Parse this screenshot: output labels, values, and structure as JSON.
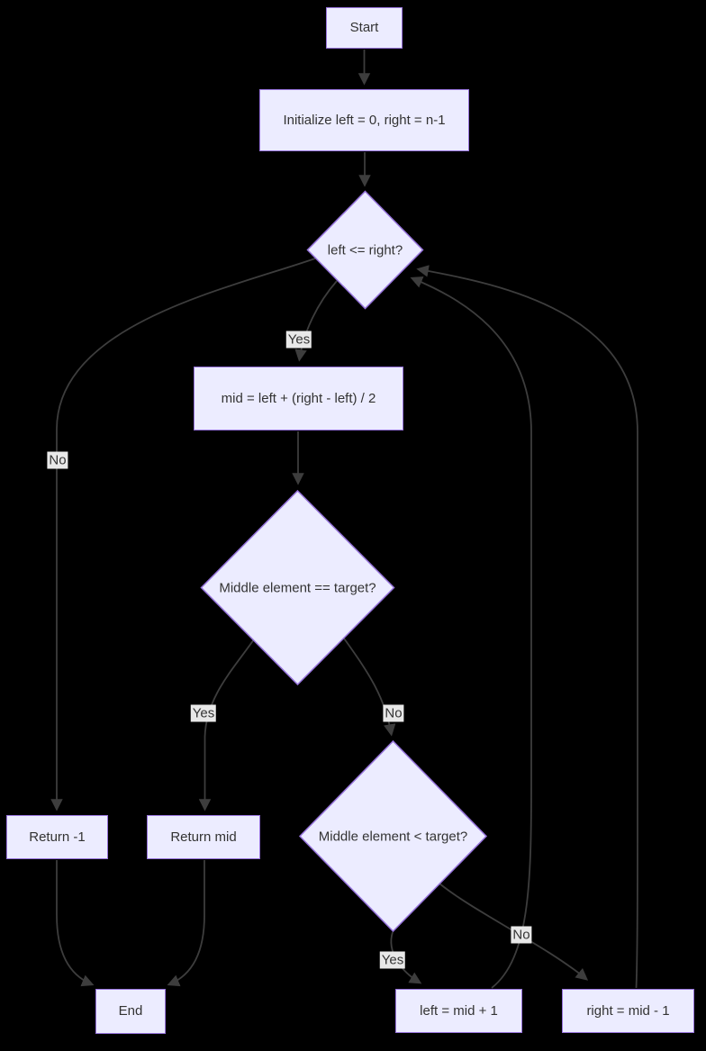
{
  "colors": {
    "background": "#000000",
    "node_fill": "#ECECFF",
    "node_border": "#9673DB",
    "edge_stroke": "#3d3d3d",
    "edge_label_bg": "#e8e8e8",
    "text": "#333333"
  },
  "nodes": {
    "start": {
      "label": "Start"
    },
    "init": {
      "label": "Initialize left = 0, right = n-1"
    },
    "cond_loop": {
      "label": "left <= right?"
    },
    "compute_mid": {
      "label": "mid = left + (right - left) / 2"
    },
    "cond_equal": {
      "label": "Middle element == target?"
    },
    "cond_less": {
      "label": "Middle element < target?"
    },
    "return_neg1": {
      "label": "Return -1"
    },
    "return_mid": {
      "label": "Return mid"
    },
    "update_left": {
      "label": "left = mid + 1"
    },
    "update_right": {
      "label": "right = mid - 1"
    },
    "end": {
      "label": "End"
    }
  },
  "edge_labels": {
    "loop_yes": "Yes",
    "loop_no": "No",
    "equal_yes": "Yes",
    "equal_no": "No",
    "less_yes": "Yes",
    "less_no": "No"
  }
}
